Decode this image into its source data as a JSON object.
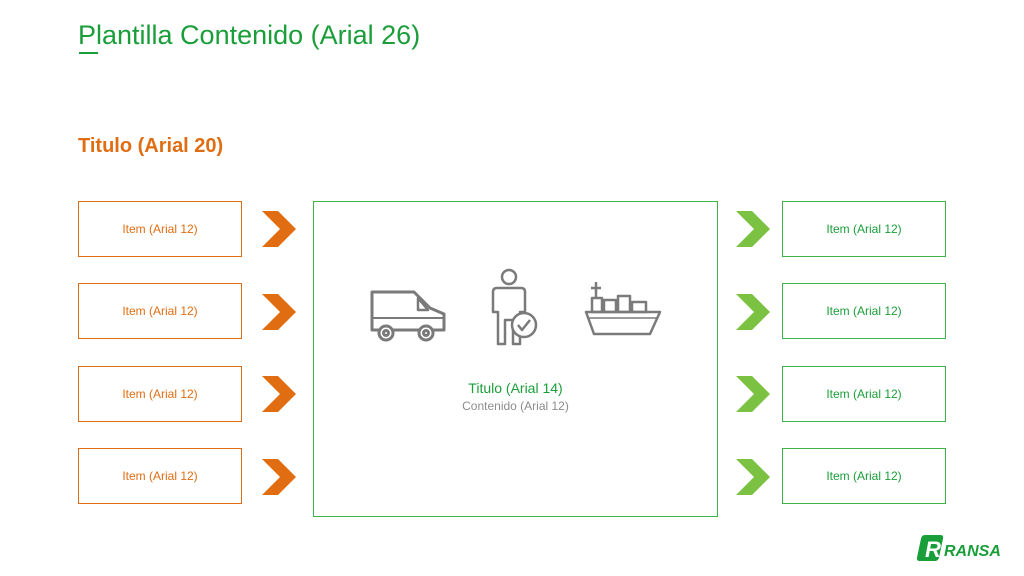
{
  "slide": {
    "title": "Plantilla Contenido (Arial 26)",
    "section_title": "Titulo (Arial 20)"
  },
  "left_items": [
    {
      "label": "Item (Arial 12)"
    },
    {
      "label": "Item (Arial 12)"
    },
    {
      "label": "Item (Arial 12)"
    },
    {
      "label": "Item (Arial 12)"
    }
  ],
  "right_items": [
    {
      "label": "Item (Arial 12)"
    },
    {
      "label": "Item (Arial 12)"
    },
    {
      "label": "Item (Arial 12)"
    },
    {
      "label": "Item (Arial 12)"
    }
  ],
  "center": {
    "title": "Titulo (Arial 14)",
    "content": "Contenido (Arial 12)",
    "icons": [
      "delivery-van-icon",
      "person-check-icon",
      "cargo-ship-icon"
    ]
  },
  "logo": {
    "text": "RANSA"
  },
  "colors": {
    "accent_green": "#1a9e3a",
    "light_green": "#7cc242",
    "accent_orange": "#e06d12",
    "icon_gray": "#7a7a7a"
  }
}
